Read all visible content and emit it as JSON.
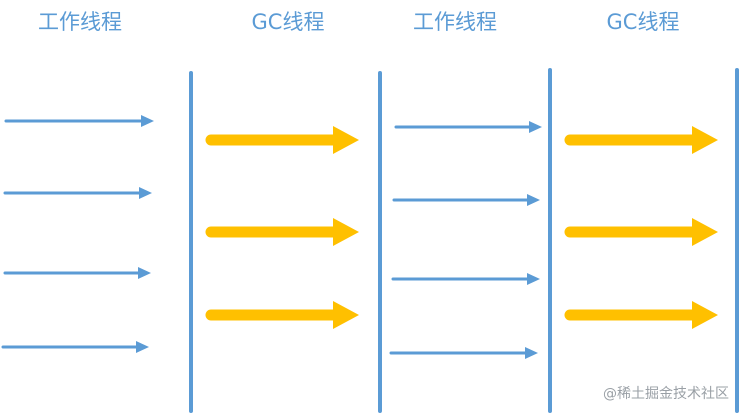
{
  "colors": {
    "worker": "#5b9bd5",
    "gc": "#ffc000",
    "divider": "#5b9bd5"
  },
  "columns": [
    {
      "label": "工作线程",
      "kind": "worker",
      "arrow_count": 4
    },
    {
      "label": "GC线程",
      "kind": "gc",
      "arrow_count": 3
    },
    {
      "label": "工作线程",
      "kind": "worker",
      "arrow_count": 4
    },
    {
      "label": "GC线程",
      "kind": "gc",
      "arrow_count": 3
    }
  ],
  "divider_count": 4,
  "watermark": "@稀土掘金技术社区"
}
